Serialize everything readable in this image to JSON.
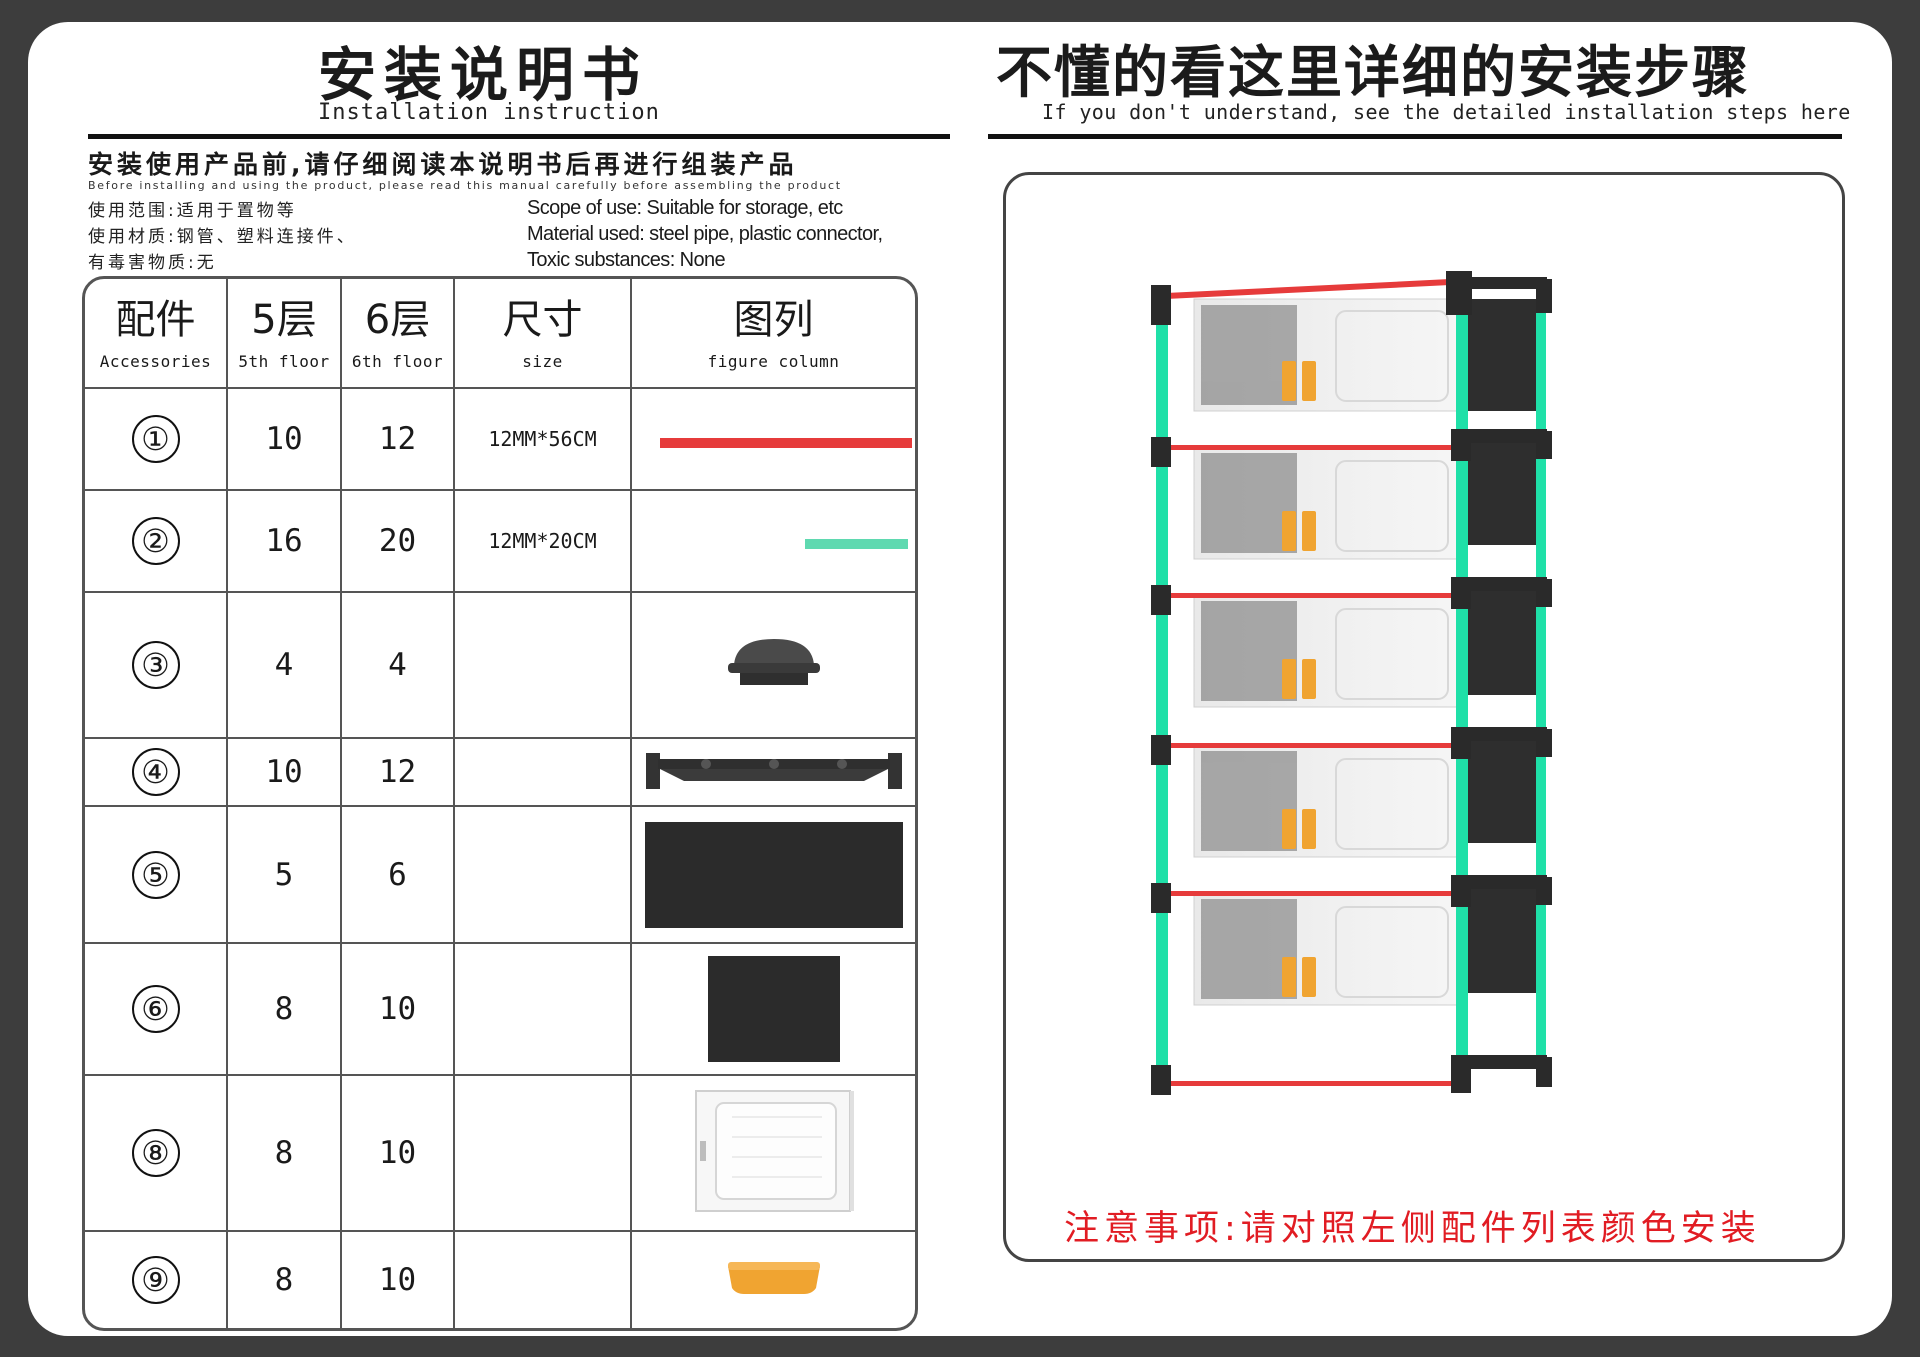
{
  "left_header": {
    "title_cn": "安装说明书",
    "title_en": "Installation instruction"
  },
  "right_header": {
    "title_cn": "不懂的看这里详细的安装步骤",
    "title_en": "If you don't understand, see the detailed installation steps here"
  },
  "intro": {
    "cn": "安装使用产品前,请仔细阅读本说明书后再进行组装产品",
    "en": "Before installing and using the product, please read this manual carefully before assembling the product"
  },
  "spec_cn": [
    "使用范围:适用于置物等",
    "使用材质:钢管、塑料连接件、",
    "有毒害物质:无"
  ],
  "spec_en": [
    "Scope of use: Suitable for storage, etc",
    "Material used: steel pipe, plastic connector,",
    "Toxic substances: None"
  ],
  "table": {
    "headers": [
      {
        "cn": "配件",
        "en": "Accessories"
      },
      {
        "cn": "5层",
        "en": "5th floor"
      },
      {
        "cn": "6层",
        "en": "6th floor"
      },
      {
        "cn": "尺寸",
        "en": "size"
      },
      {
        "cn": "图列",
        "en": "figure column"
      }
    ],
    "rows": [
      {
        "id": "①",
        "five": "10",
        "six": "12",
        "size": "12MM*56CM",
        "figure": "red-tube"
      },
      {
        "id": "②",
        "five": "16",
        "six": "20",
        "size": "12MM*20CM",
        "figure": "green-tube"
      },
      {
        "id": "③",
        "five": "4",
        "six": "4",
        "size": "",
        "figure": "foot-cap"
      },
      {
        "id": "④",
        "five": "10",
        "six": "12",
        "size": "",
        "figure": "connector-bar"
      },
      {
        "id": "⑤",
        "five": "5",
        "six": "6",
        "size": "",
        "figure": "black-panel-large"
      },
      {
        "id": "⑥",
        "five": "8",
        "six": "10",
        "size": "",
        "figure": "black-panel-small"
      },
      {
        "id": "⑧",
        "five": "8",
        "six": "10",
        "size": "",
        "figure": "clear-door"
      },
      {
        "id": "⑨",
        "five": "8",
        "six": "10",
        "size": "",
        "figure": "orange-handle"
      }
    ]
  },
  "colors": {
    "red_tube": "#e63b3b",
    "green_tube": "#5fd9b0",
    "note_red": "#e11c23",
    "panel": "#2b2b2b",
    "handle": "#f0a431",
    "frame_green": "#1fe0a8"
  },
  "note": "注意事项:请对照左侧配件列表颜色安装"
}
